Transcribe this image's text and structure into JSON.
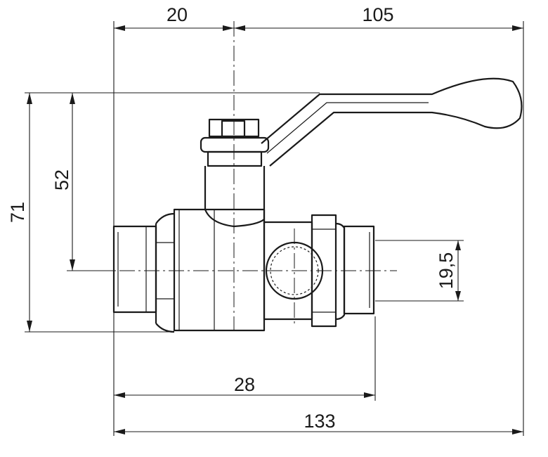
{
  "dimensions": {
    "top_left": "20",
    "top_right": "105",
    "left_outer": "71",
    "left_inner": "52",
    "right_side": "19,5",
    "bottom_inner": "28",
    "bottom_outer": "133"
  }
}
